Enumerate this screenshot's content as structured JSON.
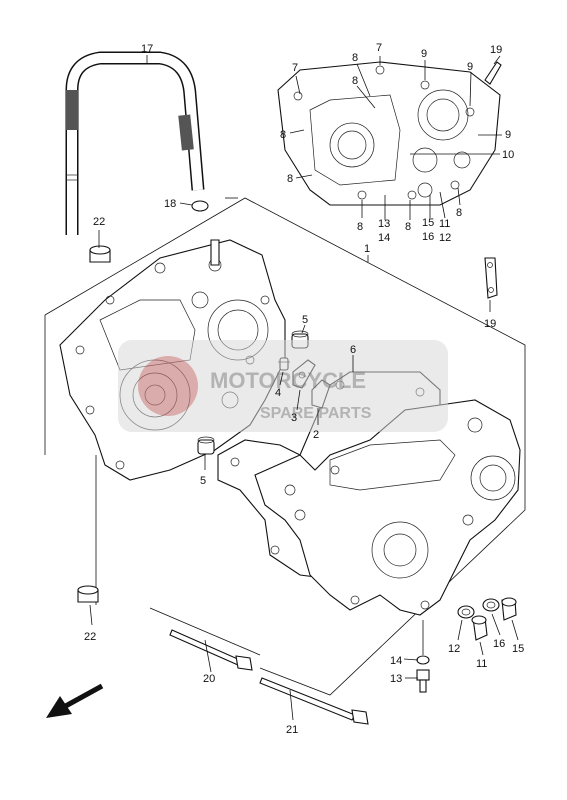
{
  "watermark": {
    "line1": "MOTORCYCLE",
    "line2": "SPARE PARTS"
  },
  "callouts": {
    "c1": "1",
    "c2": "2",
    "c3": "3",
    "c4": "4",
    "c5a": "5",
    "c5b": "5",
    "c6": "6",
    "c7a": "7",
    "c7b": "7",
    "c8a": "8",
    "c8b": "8",
    "c8c": "8",
    "c8d": "8",
    "c8e": "8",
    "c8f": "8",
    "c8g": "8",
    "c9a": "9",
    "c9b": "9",
    "c9c": "9",
    "c10": "10",
    "c11a": "11",
    "c11b": "11",
    "c12a": "12",
    "c12b": "12",
    "c13a": "13",
    "c13b": "13",
    "c14a": "14",
    "c14b": "14",
    "c15a": "15",
    "c15b": "15",
    "c16a": "16",
    "c16b": "16",
    "c17": "17",
    "c18": "18",
    "c19a": "19",
    "c19b": "19",
    "c20": "20",
    "c21": "21",
    "c22a": "22",
    "c22b": "22"
  },
  "colors": {
    "line": "#111111",
    "watermark_fill": "#c8c8c8",
    "watermark_accent": "#c0504d"
  }
}
